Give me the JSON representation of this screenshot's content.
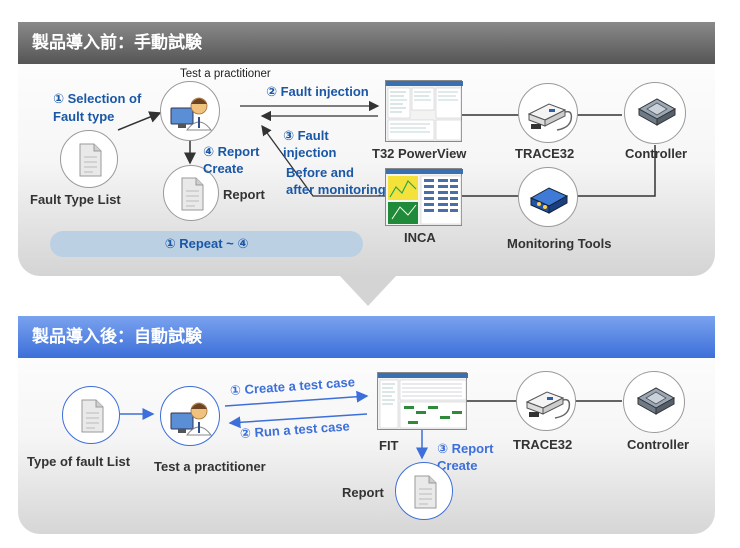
{
  "before": {
    "title": "製品導入前：手動試験",
    "test_practitioner": "Test a practitioner",
    "step1": "① Selection of\nFault type",
    "step2": "② Fault injection",
    "step3": "③ Fault\ninjection",
    "step3b": "Before and\nafter monitoring",
    "step4": "④ Report\nCreate",
    "fault_type_list": "Fault Type List",
    "report": "Report",
    "repeat": "① Repeat ~ ④",
    "t32": "T32 PowerView",
    "trace32": "TRACE32",
    "controller": "Controller",
    "inca": "INCA",
    "monitoring_tools": "Monitoring Tools"
  },
  "after": {
    "title": "製品導入後：自動試験",
    "type_of_fault_list": "Type of fault List",
    "test_practitioner": "Test a practitioner",
    "step1": "① Create a test case",
    "step2": "② Run a test case",
    "step3": "③ Report\nCreate",
    "fit": "FIT",
    "report": "Report",
    "trace32": "TRACE32",
    "controller": "Controller"
  },
  "colors": {
    "arrow": "#333333",
    "blue_arrow": "#3c6fd9",
    "accent": "#1a57a6"
  },
  "icons": [
    "person-icon",
    "document-icon",
    "probe-icon",
    "chip-icon",
    "monitor-device-icon",
    "software-window-icon"
  ]
}
